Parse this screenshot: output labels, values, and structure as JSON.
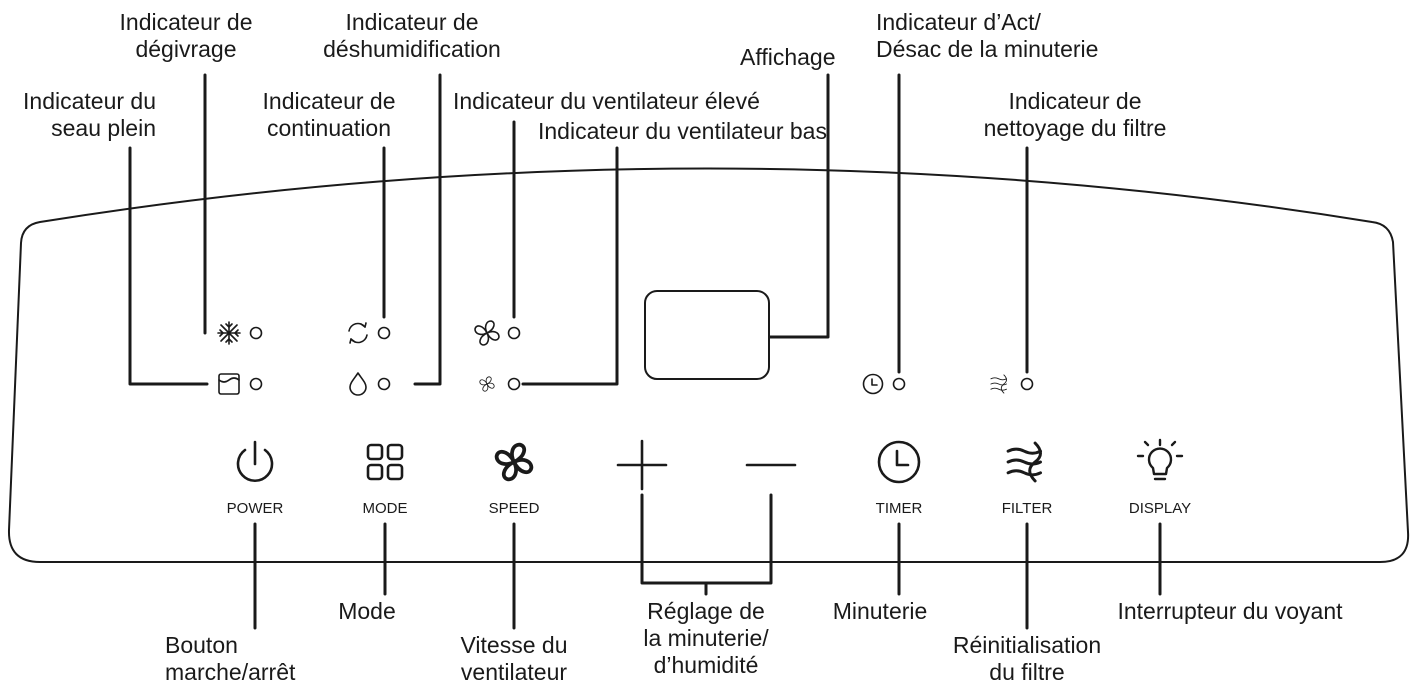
{
  "callouts_top": {
    "full_bucket": [
      "Indicateur du",
      "seau plein"
    ],
    "defrost": [
      "Indicateur de",
      "dégivrage"
    ],
    "continuous": [
      "Indicateur de",
      "continuation"
    ],
    "dehumidify": [
      "Indicateur de",
      "déshumidification"
    ],
    "fan_high": [
      "Indicateur du ventilateur élevé"
    ],
    "fan_low": [
      "Indicateur du ventilateur bas"
    ],
    "display": [
      "Affichage"
    ],
    "timer_onoff": [
      "Indicateur d’Act/",
      "Désac de la minuterie"
    ],
    "filter_clean": [
      "Indicateur de",
      "nettoyage du filtre"
    ]
  },
  "callouts_bottom": {
    "power": [
      "Bouton",
      "marche/arrêt"
    ],
    "mode": [
      "Mode"
    ],
    "speed": [
      "Vitesse du",
      "ventilateur"
    ],
    "plus_minus": [
      "Réglage de",
      "la minuterie/",
      "d’humidité"
    ],
    "timer": [
      "Minuterie"
    ],
    "filter": [
      "Réinitialisation",
      "du filtre"
    ],
    "display": [
      "Interrupteur du voyant"
    ]
  },
  "buttons": {
    "power": "POWER",
    "mode": "MODE",
    "speed": "SPEED",
    "timer": "TIMER",
    "filter": "FILTER",
    "display": "DISPLAY"
  },
  "icons": {
    "full_bucket": "bucket-icon",
    "defrost": "snowflake-icon",
    "continuous": "cycle-arrows-icon",
    "dehumidify": "water-drop-icon",
    "fan_high": "fan-large-icon",
    "fan_low": "fan-small-icon",
    "timer_indicator": "clock-icon",
    "filter_indicator": "filter-waves-icon",
    "power": "power-icon",
    "mode": "four-squares-icon",
    "speed": "fan-icon",
    "plus": "plus-icon",
    "minus": "minus-icon",
    "timer": "clock-icon",
    "filter": "filter-waves-icon",
    "display": "light-bulb-icon"
  },
  "colors": {
    "line": "#1a1a1a",
    "background": "#ffffff"
  }
}
